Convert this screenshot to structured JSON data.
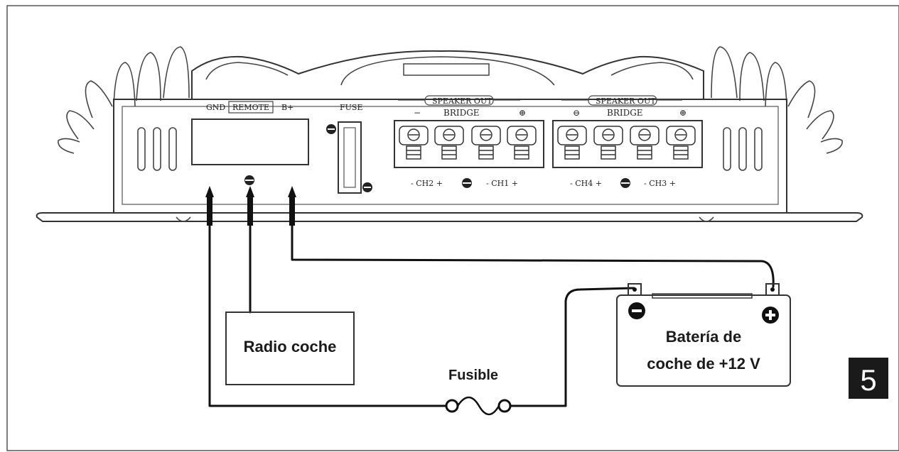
{
  "amplifier": {
    "power_terminal_labels": {
      "gnd": "GND",
      "remote": "REMOTE",
      "bplus": "B+"
    },
    "fuse_label": "FUSE",
    "speaker_out_labels": [
      "SPEAKER OUT",
      "SPEAKER OUT"
    ],
    "bridge_labels": [
      "BRIDGE",
      "BRIDGE"
    ],
    "channel_labels": [
      "- CH2 +",
      "- CH1 +",
      "- CH4 +",
      "- CH3 +"
    ],
    "polarity_glyphs": {
      "minus": "−",
      "plus_circle": "⊕",
      "minus_circle": "⊖"
    }
  },
  "components": {
    "radio": "Radio coche",
    "fuse": "Fusible",
    "battery_line1": "Batería de",
    "battery_line2": "coche de +12 V"
  },
  "figure_number": "5",
  "colors": {
    "line": "#333333",
    "wire": "#111111",
    "badge": "#1a1a1a",
    "background": "#ffffff"
  },
  "icons": [
    "ground-symbol-icon",
    "battery-minus-icon",
    "battery-plus-icon",
    "fuse-symbol-icon"
  ]
}
